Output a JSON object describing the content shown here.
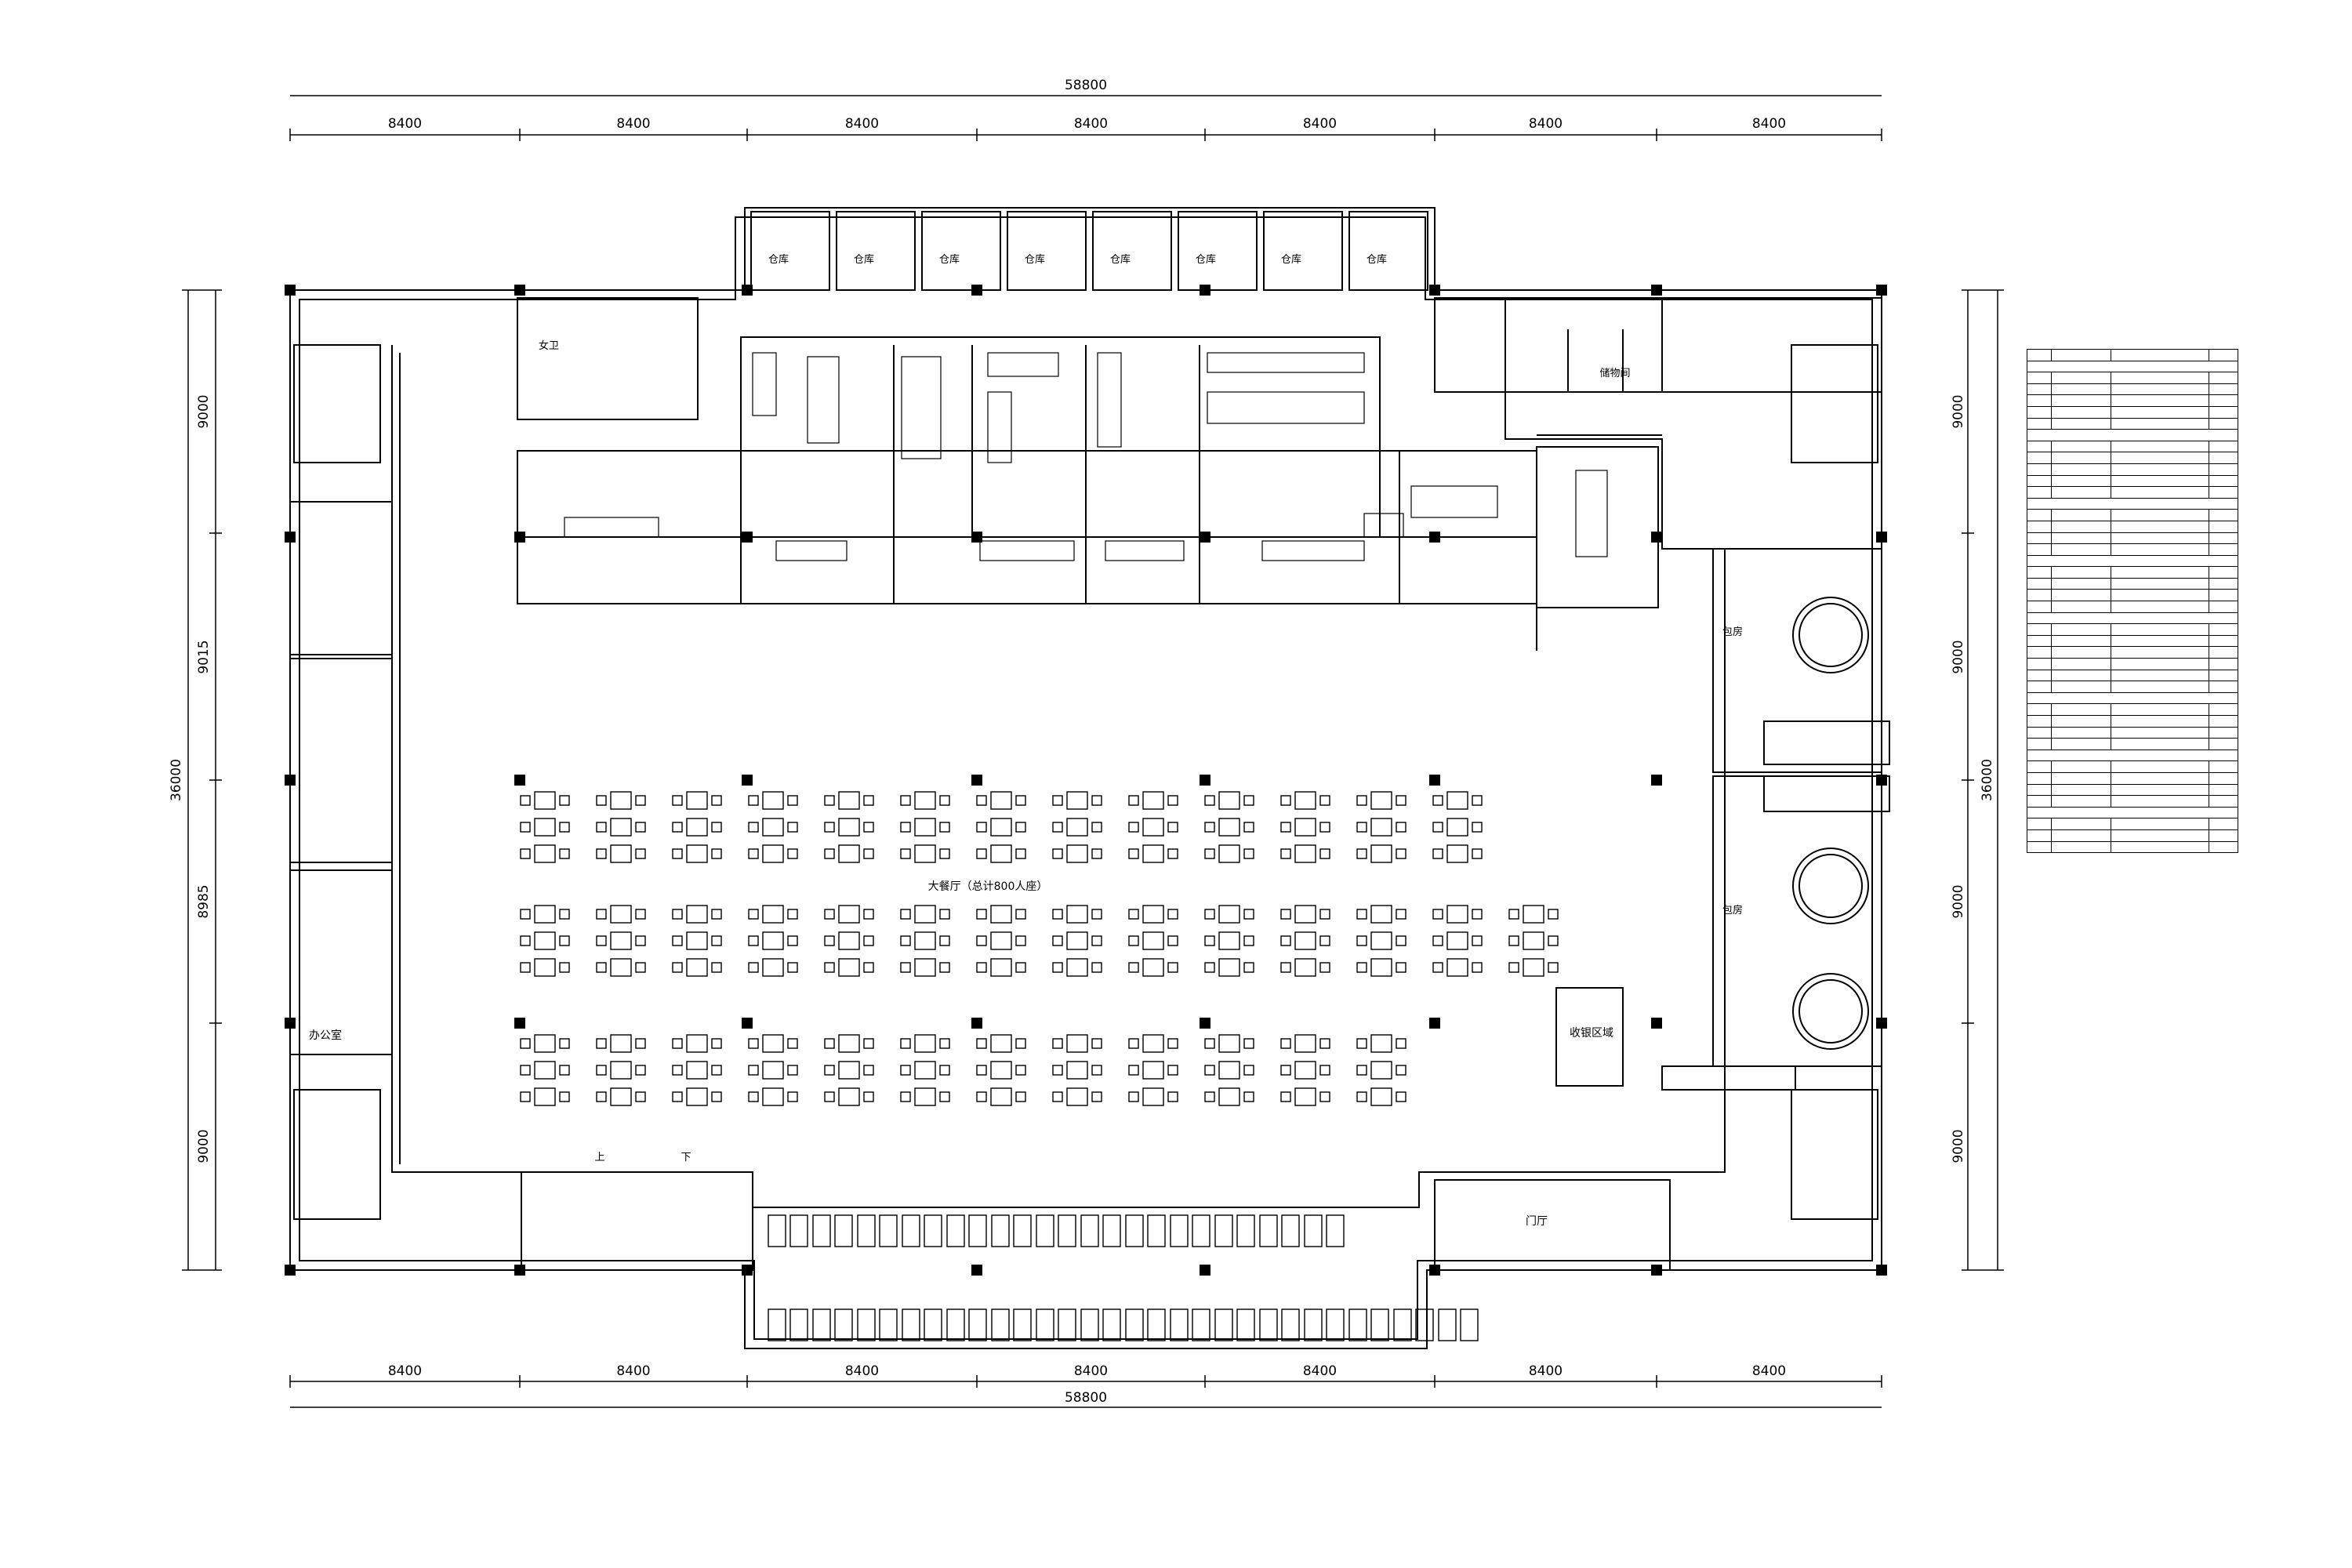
{
  "dimensions": {
    "total_width": "58800",
    "bay_width": "8400",
    "bays": [
      "8400",
      "8400",
      "8400",
      "8400",
      "8400",
      "8400",
      "8400"
    ],
    "total_height": "36000",
    "left_segments": [
      "9000",
      "9015",
      "8985",
      "9000"
    ],
    "right_segments": [
      "9000",
      "9000",
      "9000",
      "9000"
    ]
  },
  "rooms": {
    "warehouse": "仓库",
    "warehouse_alt": "仓库",
    "dining_hall": "大餐厅（总计800人座）",
    "cashier": "收银区域",
    "lobby": "门厅",
    "private_room": "包房",
    "office": "办公室",
    "toilet": "女卫",
    "storage": "储物间",
    "up": "上",
    "down": "下"
  },
  "colors": {
    "line": "#000000",
    "background": "#ffffff"
  }
}
